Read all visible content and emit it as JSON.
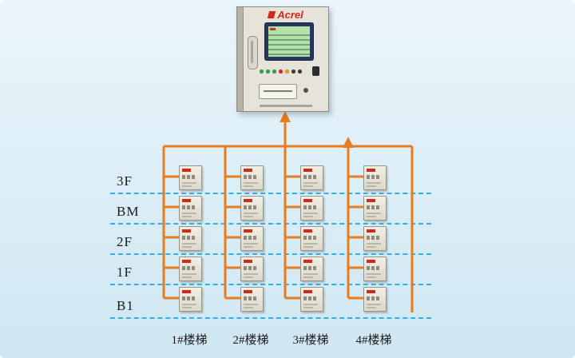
{
  "colors": {
    "background_top": "#eaf5fb",
    "background_bottom": "#cfe7f2",
    "bus": "#e87c1e",
    "floor_line": "#2fb0e8",
    "device_red": "#cf2a1b",
    "panel_body": "#e6e4da",
    "panel_side": "#b5b2a6",
    "brand_red": "#d4281c",
    "screen_bezel": "#25375d",
    "lcd_green": "#b4e0ac",
    "label_color": "#1b1b1b"
  },
  "panel": {
    "brand": "Acrel",
    "indicator_colors": [
      "#2fa23c",
      "#2fa23c",
      "#2fa23c",
      "#d7281e",
      "#d7a31e",
      "#3a3a3a",
      "#3a3a3a"
    ]
  },
  "floors": [
    {
      "label": "3F"
    },
    {
      "label": "BM"
    },
    {
      "label": "2F"
    },
    {
      "label": "1F"
    },
    {
      "label": "B1"
    }
  ],
  "risers": [
    {
      "label": "1#楼梯"
    },
    {
      "label": "2#楼梯"
    },
    {
      "label": "3#楼梯"
    },
    {
      "label": "4#楼梯"
    }
  ]
}
